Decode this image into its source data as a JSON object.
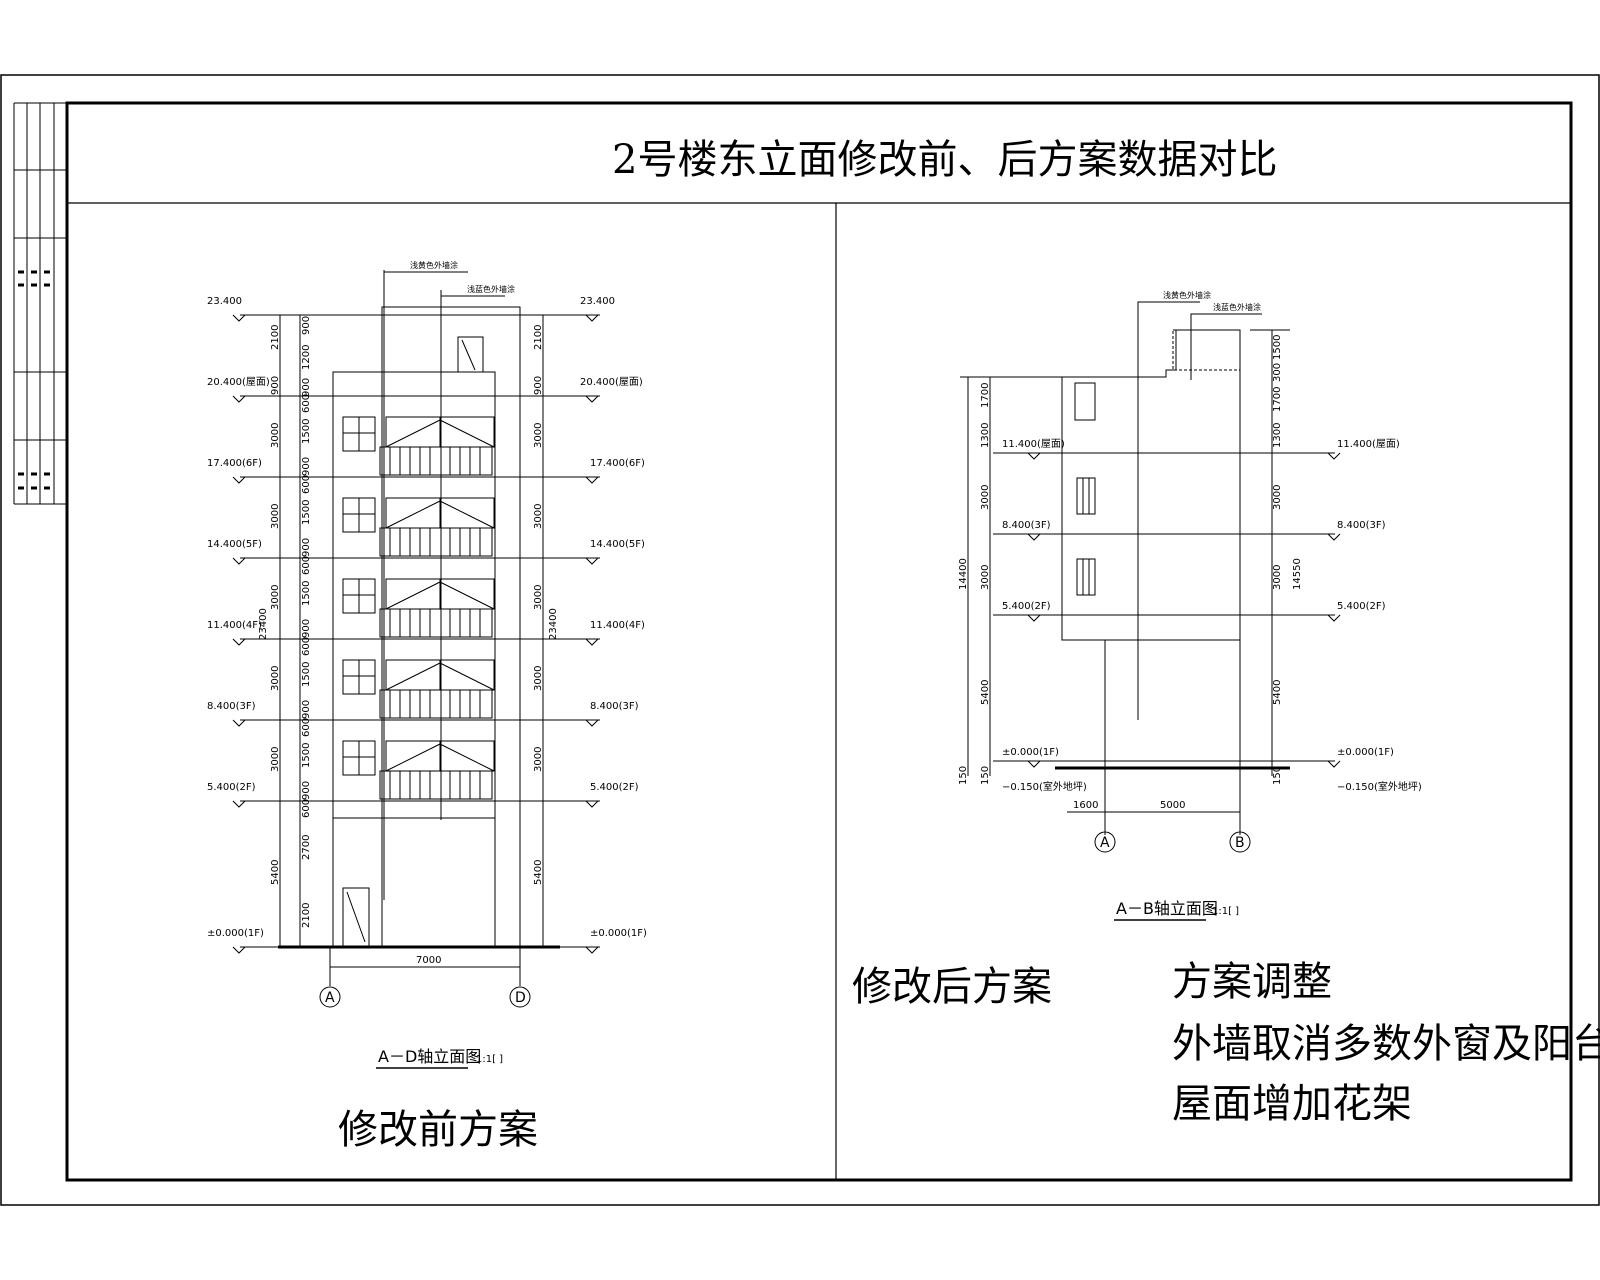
{
  "sheet_title": "2号楼东立面修改前、后方案数据对比",
  "before": {
    "drawing_caption": "A－D轴立面图",
    "scale": "1:1[ ]",
    "label": "修改前方案",
    "callout_1": "浅黄色外墙涂",
    "callout_2": "浅蓝色外墙涂",
    "levels": [
      "23.400",
      "20.400(屋面)",
      "17.400(6F)",
      "14.400(5F)",
      "11.400(4F)",
      "8.400(3F)",
      "5.400(2F)",
      "±0.000(1F)"
    ],
    "axis_left": "A",
    "axis_right": "D",
    "width_dim": "7000",
    "total_height": "23400",
    "dim_outer": [
      "2100",
      "900",
      "3000",
      "3000",
      "3000",
      "3000",
      "3000",
      "5400"
    ],
    "dim_inner": [
      "900",
      "1200",
      "900",
      "600",
      "1500",
      "900",
      "600",
      "1500",
      "900",
      "600",
      "1500",
      "900",
      "600",
      "1500",
      "900",
      "600",
      "1500",
      "900",
      "600",
      "2700",
      "2100"
    ]
  },
  "after": {
    "drawing_caption": "A－B轴立面图",
    "scale": "1:1[ ]",
    "label": "修改后方案",
    "callout_1": "浅黄色外墙涂",
    "callout_2": "浅蓝色外墙涂",
    "levels": [
      "11.400(屋面)",
      "8.400(3F)",
      "5.400(2F)",
      "±0.000(1F)",
      "−0.150(室外地坪)"
    ],
    "axis_left": "A",
    "axis_right": "B",
    "width_dims": [
      "1600",
      "5000"
    ],
    "total_height_left": "14400",
    "total_height_right": "14550",
    "dim_left": [
      "1700",
      "1300",
      "3000",
      "3000",
      "5400",
      "150"
    ],
    "dim_right": [
      "1500",
      "300",
      "1700",
      "1300",
      "3000",
      "3000",
      "5400",
      "150"
    ]
  },
  "notes": {
    "heading": "方案调整",
    "line1": "外墙取消多数外窗及阳台",
    "line2": "屋面增加花架"
  }
}
